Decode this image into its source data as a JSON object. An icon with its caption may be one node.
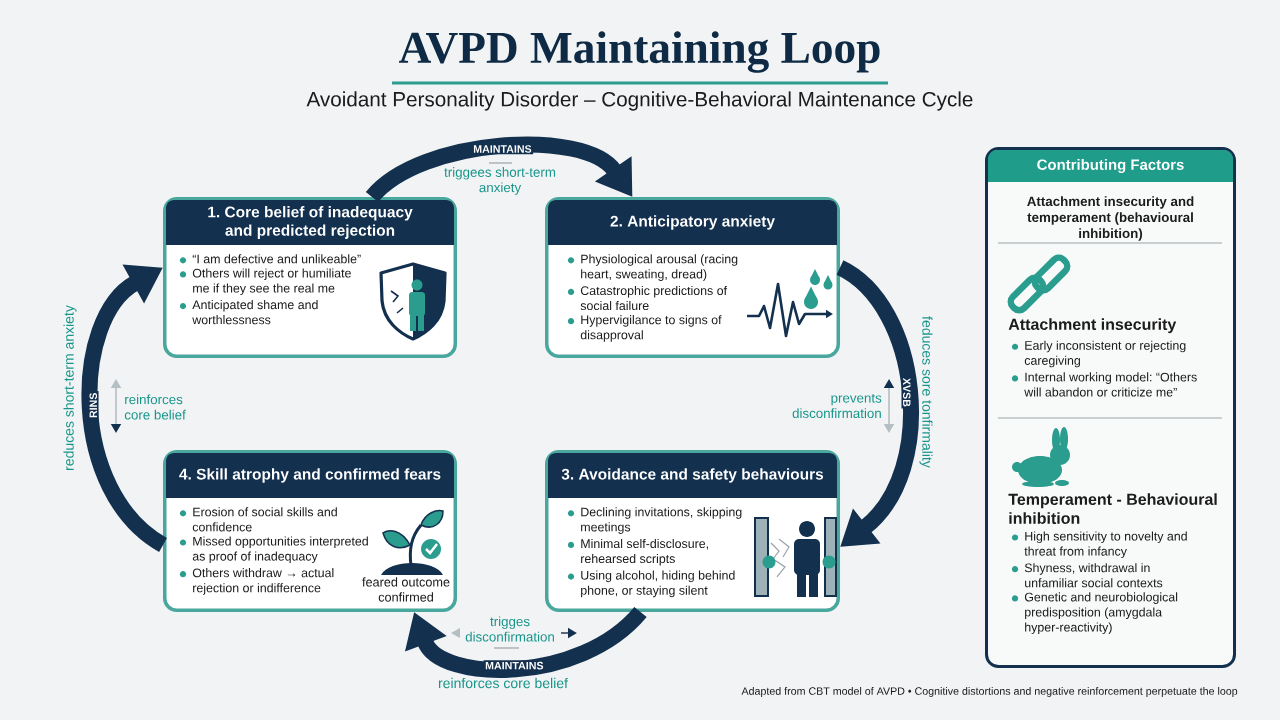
{
  "diagram": {
    "title": "AVPD Maintaining Loop",
    "caption": "Adapted from CBT model of AVPD • Cognitive distortions and negative reinforcement perpetuate the loop",
    "nodes": [
      {
        "text": [
          "1. Core belief of inadequacy and predicted rejection",
          "“I am defective and unlikeable”",
          "Others will reject or humiliate me if they see the real me",
          "Anticipated shame and worthlessness"
        ]
      },
      {
        "text": [
          "2. Anticipatory anxiety",
          "Physiological arousal (racing heart, sweating, dread)",
          "Catastrophic predictions of social failure",
          "Hypervigilance to signs of disapproval"
        ]
      },
      {
        "text": [
          "3. Avoidance and safety behaviours",
          "Declining invitations, skipping meetings",
          "Minimal self-disclosure, rehearsed scripts",
          "Using alcohol, hiding behind phone, or staying silent"
        ]
      },
      {
        "text": [
          "4. Skill atrophy and confirmed fears",
          "Erosion of social skills and confidence",
          "Missed opportunities interpreted as proof of inadequacy",
          "Others withdraw → actual rejection or indifference",
          "feared outcome confirmed"
        ]
      },
      {
        "text": [
          "Contributing Factors",
          "Attachment insecurity and temperament (behavioural inhibition)",
          "Attachment insecurity",
          "Early inconsistent or rejecting caregiving",
          "Internal working model: “Others will abandon or criticize me”",
          "Temperament - Behavioural inhibition",
          "High sensitivity to novelty and threat from infancy",
          "Shyness, withdrawal in unfamiliar social contexts",
          "Genetic and neurobiological predisposition (amygdala hyper-reactivity)"
        ]
      }
    ],
    "edges": [
      {
        "from": 0,
        "to": 1,
        "arrow": "to",
        "label": "MAINTAINS"
      },
      {
        "from": 1,
        "to": 2,
        "arrow": "to",
        "label": "XVSB"
      },
      {
        "from": 2,
        "to": 3,
        "arrow": "to",
        "label": "MAINTAINS"
      },
      {
        "from": 3,
        "to": 0,
        "arrow": "to",
        "label": "RINS"
      }
    ],
    "labels": [
      "Avoidant Personality Disorder – Cognitive-Behavioral Maintenance Cycle",
      "triggees short-term anxiety",
      "reduces short-term anxiety",
      "reinforces core belief",
      "prevents disconfirmation",
      "feduces sore tonfirmality",
      "trigges disconfirmation",
      "reinforces core belief"
    ]
  }
}
